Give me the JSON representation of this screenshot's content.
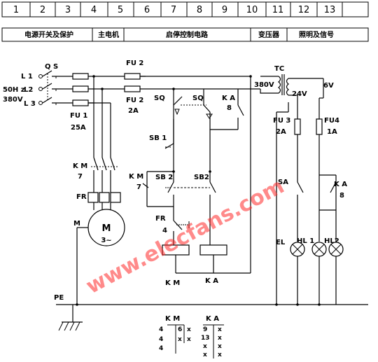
{
  "header": {
    "columns": [
      "1",
      "2",
      "3",
      "4",
      "5",
      "6",
      "7",
      "8",
      "9",
      "10",
      "11",
      "12",
      "13"
    ],
    "sections": [
      {
        "id": "power",
        "label": "电源开关及保护"
      },
      {
        "id": "motor",
        "label": "主电机"
      },
      {
        "id": "control",
        "label": "启停控制电路"
      },
      {
        "id": "transformer",
        "label": "变压器"
      },
      {
        "id": "lighting",
        "label": "照明及信号"
      }
    ]
  },
  "labels": {
    "qs": "Q S",
    "l1": "L 1",
    "l2": "L2",
    "l3": "L 3",
    "supply1": "50H z",
    "supply2": "380V",
    "fu1": "FU 1",
    "fu1_rating": "25A",
    "km_main": "K M",
    "km_main_col": "7",
    "fr": "FR",
    "motor": "M",
    "motor_phase": "3~",
    "motor_wire": "M",
    "fu2_top": "FU 2",
    "fu2": "FU 2",
    "fu2_rating": "2A",
    "sq1": "SQ",
    "sq2": "SQ",
    "ka_top": "K A",
    "ka_top_col": "8",
    "sb1": "SB 1",
    "km_sb": "K M",
    "km_sb_col": "7",
    "sb2_left": "SB 2",
    "sb2_right": "SB2",
    "fr2": "FR",
    "fr2_col": "4",
    "coil_km": "K M",
    "coil_ka": "K A",
    "tc": "TC",
    "tc_primary": "380V",
    "tc_24": "24V",
    "tc_6": "6V",
    "fu3": "FU 3",
    "fu3_rating": "2A",
    "fu4": "FU4",
    "fu4_rating": "1A",
    "sa": "SA",
    "ka_sig": "K A",
    "ka_sig_col": "8",
    "el": "EL",
    "hl1": "HL 1",
    "hl2": "HL2",
    "pe": "PE"
  },
  "contact_table": {
    "km": {
      "name": "K M",
      "left": [
        "4",
        "4",
        "4"
      ],
      "right": [
        "6",
        "x"
      ],
      "marks": [
        "x",
        "x"
      ]
    },
    "ka": {
      "name": "K A",
      "left": [
        "9",
        "13",
        "x",
        "x"
      ],
      "right": [
        "x",
        "x",
        "x",
        "x"
      ]
    }
  },
  "watermark": "www.elecfans.com"
}
